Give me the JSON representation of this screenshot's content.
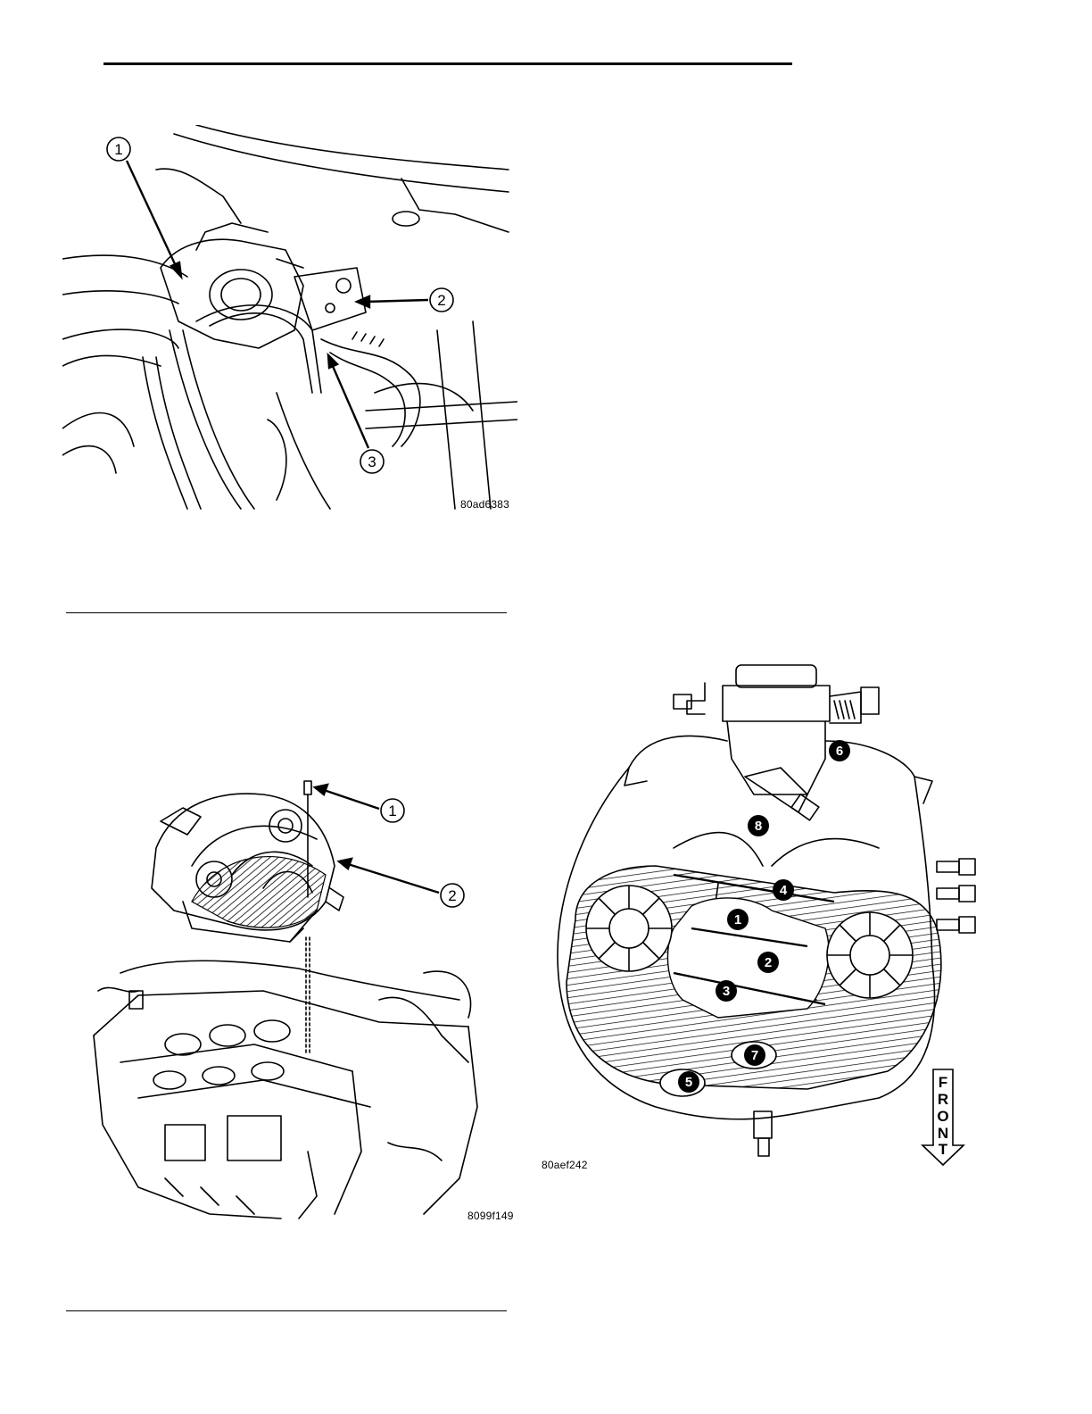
{
  "figures": [
    {
      "code": "80ad6383",
      "callouts": [
        "1",
        "2",
        "3"
      ]
    },
    {
      "code": "8099f149",
      "callouts": [
        "1",
        "2"
      ]
    },
    {
      "code": "80aef242",
      "callouts": [
        "1",
        "2",
        "3",
        "4",
        "5",
        "6",
        "7",
        "8"
      ],
      "direction_label": [
        "F",
        "R",
        "O",
        "N",
        "T"
      ]
    }
  ]
}
